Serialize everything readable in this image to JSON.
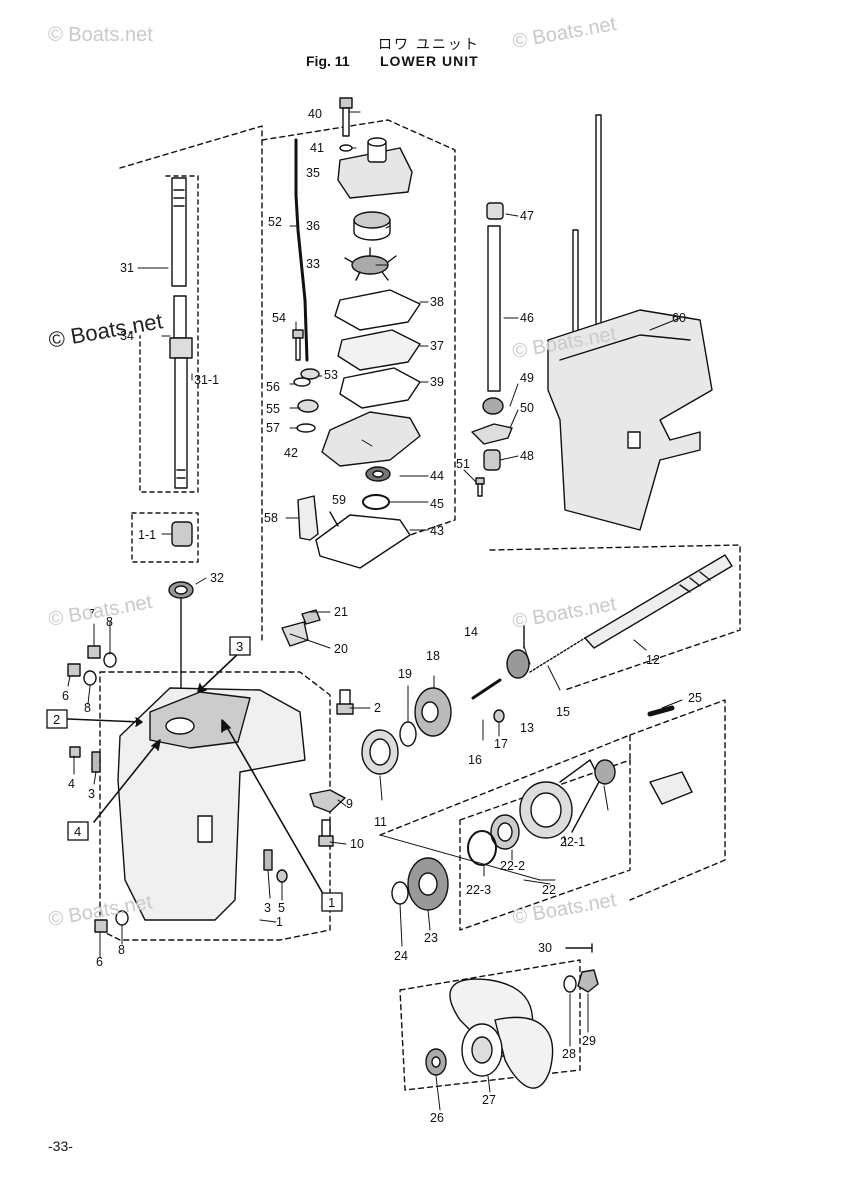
{
  "header": {
    "title_jp": "ロワ ユニット",
    "figure_number": "Fig. 11",
    "figure_title": "LOWER UNIT"
  },
  "watermarks": {
    "faint": "© Boats.net",
    "prominent": "© Boats.net"
  },
  "footer": {
    "page_number": "-33-"
  },
  "callouts": {
    "p1": "1",
    "p1_1": "1-1",
    "p2": "2",
    "p3": "3",
    "p4": "4",
    "p5": "5",
    "p6": "6",
    "p7": "7",
    "p8": "8",
    "p9": "9",
    "p10": "10",
    "p11": "11",
    "p12": "12",
    "p13": "13",
    "p14": "14",
    "p15": "15",
    "p16": "16",
    "p17": "17",
    "p18": "18",
    "p19": "19",
    "p20": "20",
    "p21": "21",
    "p22": "22",
    "p22_1": "22-1",
    "p22_2": "22-2",
    "p22_3": "22-3",
    "p23": "23",
    "p24": "24",
    "p25": "25",
    "p26": "26",
    "p27": "27",
    "p28": "28",
    "p29": "29",
    "p30": "30",
    "p31": "31",
    "p31_1": "31-1",
    "p32": "32",
    "p33": "33",
    "p34": "34",
    "p35": "35",
    "p36": "36",
    "p37": "37",
    "p38": "38",
    "p39": "39",
    "p40": "40",
    "p41": "41",
    "p42": "42",
    "p43": "43",
    "p44": "44",
    "p45": "45",
    "p46": "46",
    "p47": "47",
    "p48": "48",
    "p49": "49",
    "p50": "50",
    "p51": "51",
    "p52": "52",
    "p53": "53",
    "p54": "54",
    "p55": "55",
    "p56": "56",
    "p57": "57",
    "p58": "58",
    "p59": "59",
    "p60": "60"
  },
  "boxed_refs": {
    "b1": "1",
    "b2": "2",
    "b3": "3",
    "b4": "4"
  }
}
